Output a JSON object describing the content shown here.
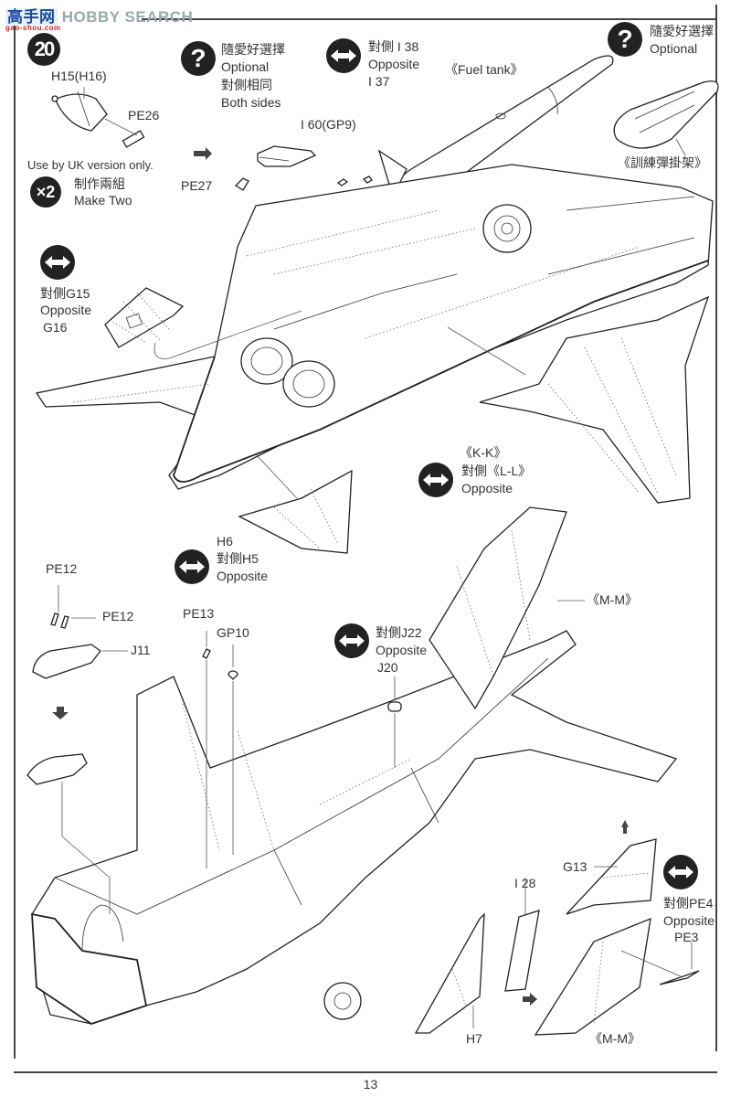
{
  "watermark": {
    "logo": "高手网",
    "brand": "HOBBY SEARCH",
    "subtext": "gao-shou.com"
  },
  "step": {
    "number": "20"
  },
  "make_two": {
    "badge": "×2",
    "zh": "制作兩組",
    "en": "Make Two"
  },
  "notes": {
    "uk_only": "Use by UK version only."
  },
  "callouts": {
    "optional_both": {
      "icon": "question-icon",
      "zh": "隨愛好選擇",
      "en": "Optional",
      "zh2": "對側相同",
      "en2": "Both sides"
    },
    "opposite_i38": {
      "icon": "double-arrow-icon",
      "line1": "對側 I 38",
      "line2": "Opposite",
      "line3": "I 37"
    },
    "optional_right": {
      "icon": "question-icon",
      "zh": "隨愛好選擇",
      "en": "Optional"
    },
    "opposite_g15": {
      "icon": "double-arrow-icon",
      "line1": "對側G15",
      "line2": "Opposite",
      "line3": "G16"
    },
    "opposite_kk": {
      "icon": "double-arrow-icon",
      "line0": "《K-K》",
      "line1": "對側《L-L》",
      "line2": "Opposite"
    },
    "opposite_h5": {
      "icon": "double-arrow-icon",
      "line0": "H6",
      "line1": "對側H5",
      "line2": "Opposite"
    },
    "opposite_j22": {
      "icon": "double-arrow-icon",
      "line1": "對側J22",
      "line2": "Opposite",
      "line3": "J20"
    },
    "opposite_pe4": {
      "icon": "double-arrow-icon",
      "line1": "對側PE4",
      "line2": "Opposite",
      "line3": "PE3"
    }
  },
  "part_labels": {
    "h15": "H15(H16)",
    "pe26": "PE26",
    "pe27": "PE27",
    "i60": "I 60(GP9)",
    "fuel_tank": "《Fuel tank》",
    "training_rack": "《訓練彈掛架》",
    "pe12_a": "PE12",
    "pe12_b": "PE12",
    "j11": "J11",
    "pe13": "PE13",
    "gp10": "GP10",
    "mm_top": "《M-M》",
    "g13": "G13",
    "i28": "I 28",
    "h7": "H7",
    "mm_bottom": "《M-M》"
  },
  "page": {
    "number": "13"
  }
}
